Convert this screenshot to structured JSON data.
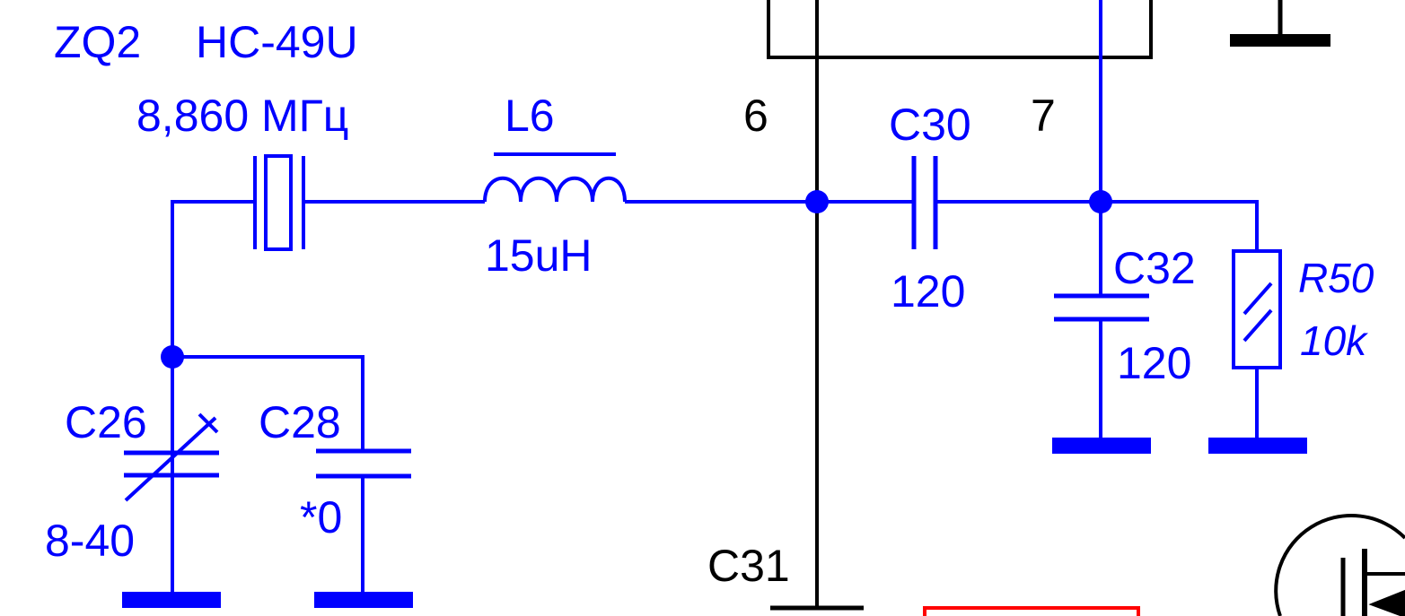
{
  "colors": {
    "wire_blue": "#0000ff",
    "wire_black": "#000000",
    "highlight_red": "#ff0000",
    "background": "#ffffff"
  },
  "crystal": {
    "ref": "ZQ2",
    "package": "HC-49U",
    "frequency": "8,860 МГц"
  },
  "inductor": {
    "ref": "L6",
    "value": "15uH"
  },
  "nodes": {
    "pin6": "6",
    "pin7": "7"
  },
  "capacitors": {
    "c30": {
      "ref": "C30",
      "value": "120"
    },
    "c32": {
      "ref": "C32",
      "value": "120"
    },
    "c26": {
      "ref": "C26",
      "value": "8-40"
    },
    "c28": {
      "ref": "C28",
      "value": "*0"
    },
    "c31": {
      "ref": "C31"
    }
  },
  "resistor": {
    "ref": "R50",
    "value": "10k"
  }
}
